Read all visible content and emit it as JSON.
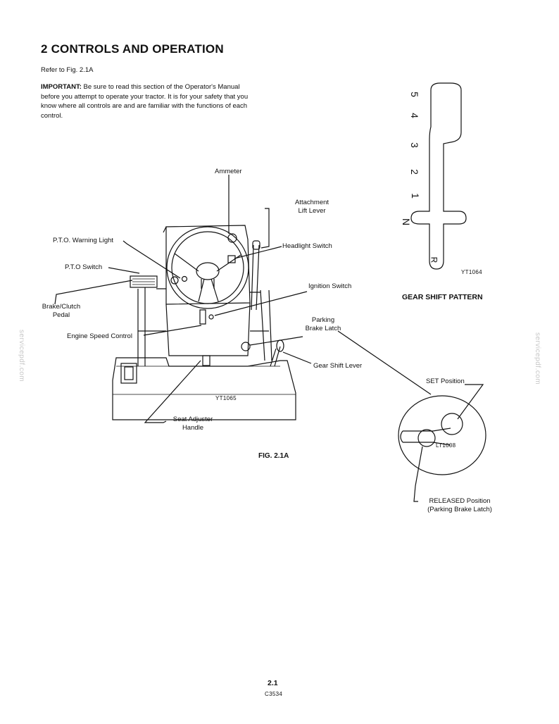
{
  "heading": "2 CONTROLS AND OPERATION",
  "refer": "Refer to Fig. 2.1A",
  "important": {
    "label": "IMPORTANT:",
    "text": " Be sure to read this section of the Operator's Manual before you attempt to operate your tractor. It is for your safety that you know where all controls are and are familiar with the functions of each control."
  },
  "labels": {
    "ammeter": "Ammeter",
    "attachment_lift_1": "Attachment",
    "attachment_lift_2": "Lift Lever",
    "headlight_switch": "Headlight Switch",
    "pto_warning_light": "P.T.O. Warning Light",
    "pto_switch": "P.T.O Switch",
    "ignition_switch": "Ignition Switch",
    "brake_clutch_1": "Brake/Clutch",
    "brake_clutch_2": "Pedal",
    "parking_brake_1": "Parking",
    "parking_brake_2": "Brake Latch",
    "engine_speed": "Engine Speed Control",
    "gear_shift_lever": "Gear Shift Lever",
    "seat_adjuster_1": "Seat Adjuster",
    "seat_adjuster_2": "Handle",
    "set_position": "SET Position",
    "released_1": "RELEASED Position",
    "released_2": "(Parking Brake Latch)"
  },
  "codes": {
    "tractor": "YT1065",
    "gear": "YT1064",
    "latch": "LT1008"
  },
  "fig_caption": "FIG. 2.1A",
  "gear_title": "GEAR SHIFT PATTERN",
  "gears": [
    "5",
    "4",
    "3",
    "2",
    "1",
    "N",
    "R"
  ],
  "watermark": "servicepdf.com",
  "page_number": "2.1",
  "doc_code": "C3534"
}
